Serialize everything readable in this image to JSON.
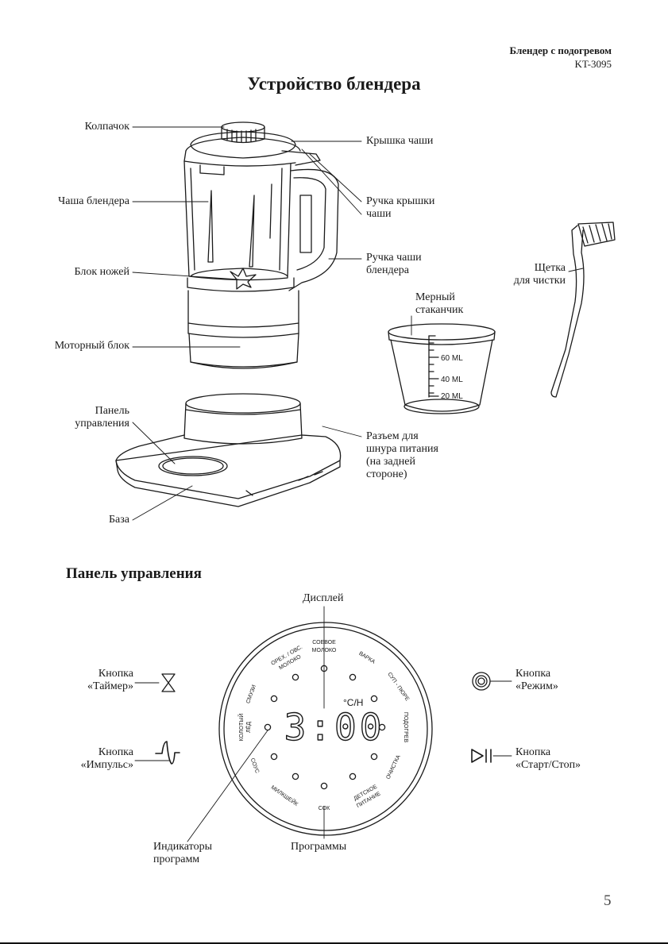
{
  "header": {
    "brand_line": "Блендер с подогревом",
    "model": "KT-3095"
  },
  "title": "Устройство блендера",
  "labels": {
    "cap": "Колпачок",
    "jar_lid": "Крышка чаши",
    "jar": "Чаша блендера",
    "lid_handle_1": "Ручка крышки",
    "lid_handle_2": "чаши",
    "blade_unit": "Блок ножей",
    "jar_handle_1": "Ручка чаши",
    "jar_handle_2": "блендера",
    "motor_unit": "Моторный блок",
    "measuring_cup_1": "Мерный",
    "measuring_cup_2": "стаканчик",
    "brush_1": "Щетка",
    "brush_2": "для чистки",
    "control_panel_1": "Панель",
    "control_panel_2": "управления",
    "connector_1": "Разъем для",
    "connector_2": "шнура питания",
    "connector_3": "(на задней",
    "connector_4": "стороне)",
    "base": "База"
  },
  "cup_marks": [
    "60 ML",
    "40 ML",
    "20 ML"
  ],
  "panel": {
    "heading": "Панель управления",
    "display_label": "Дисплей",
    "timer_1": "Кнопка",
    "timer_2": "«Таймер»",
    "pulse_1": "Кнопка",
    "pulse_2": "«Импульс»",
    "mode_1": "Кнопка",
    "mode_2": "«Режим»",
    "startstop_1": "Кнопка",
    "startstop_2": "«Старт/Стоп»",
    "indicators_1": "Индикаторы",
    "indicators_2": "программ",
    "programs_label": "Программы",
    "display_time": "3:00",
    "display_unit": "°C/H",
    "programs": {
      "soy_1": "СОЕВОЕ",
      "soy_2": "МОЛОКО",
      "nut_1": "ОРЕХ. / ОВС.",
      "nut_2": "МОЛОКО",
      "boil": "ВАРКА",
      "soup": "СУП - ПЮРЕ",
      "smoothie": "СМУЗИ",
      "ice_1": "КОЛОТЫЙ",
      "ice_2": "ЛЁД",
      "heat": "ПОДОГРЕВ",
      "sauce": "СОУС",
      "clean": "ОЧИСТКА",
      "shake": "МИЛКШЕЙК",
      "baby_1": "ДЕТСКОЕ",
      "baby_2": "ПИТАНИЕ",
      "juice": "СОК"
    }
  },
  "page_number": "5"
}
